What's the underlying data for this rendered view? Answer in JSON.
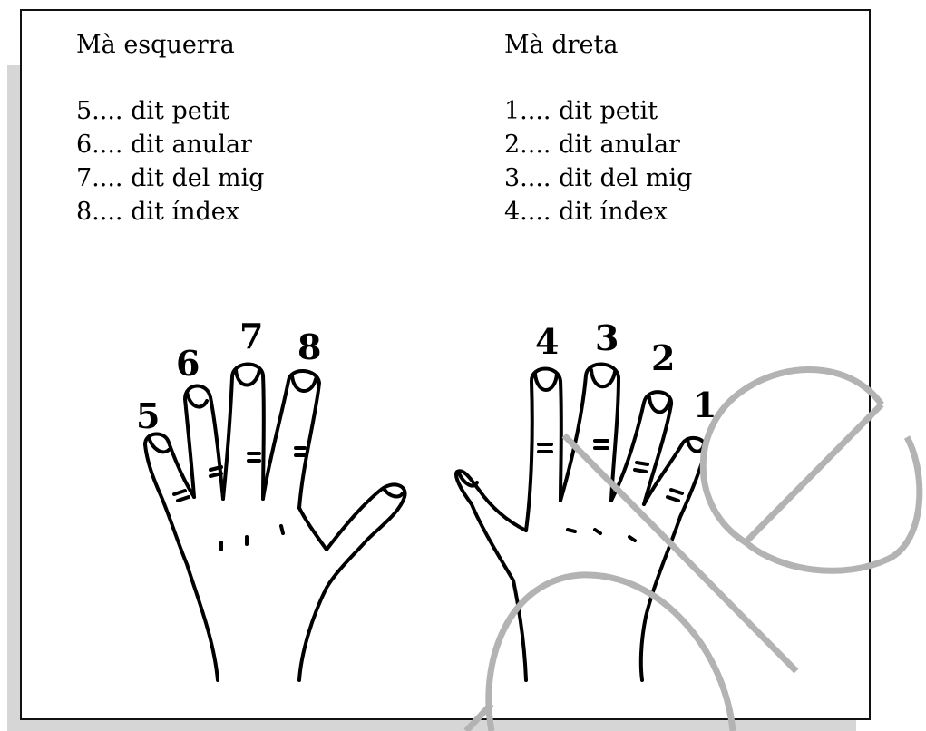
{
  "left_hand": {
    "title": "Mà esquerra",
    "fingers": [
      "5.... dit petit",
      "6.... dit anular",
      "7.... dit del mig",
      "8.... dit índex"
    ],
    "labels": [
      "5",
      "6",
      "7",
      "8"
    ]
  },
  "right_hand": {
    "title": "Mà dreta",
    "fingers": [
      "1.... dit petit",
      "2.... dit anular",
      "3.... dit del mig",
      "4.... dit índex"
    ],
    "labels": [
      "4",
      "3",
      "2",
      "1"
    ]
  },
  "watermark": {
    "color": "#b3b3b3"
  }
}
